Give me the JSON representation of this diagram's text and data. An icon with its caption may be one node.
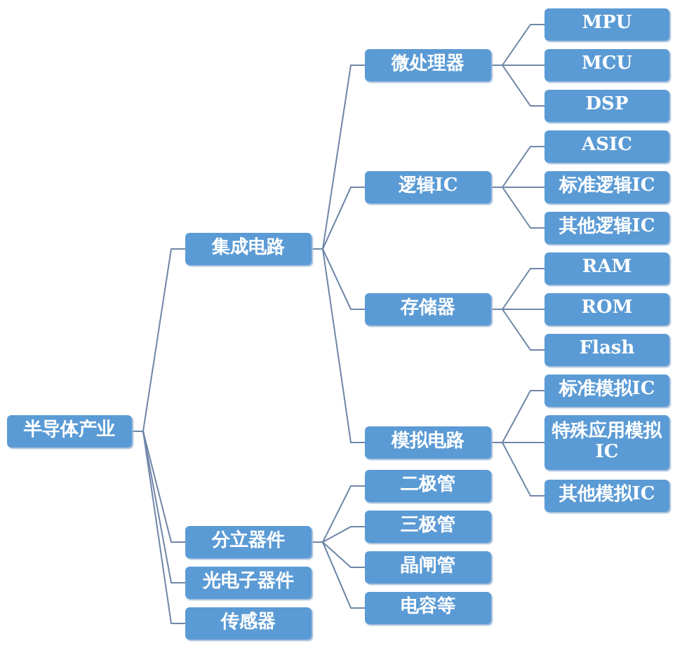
{
  "diagram": {
    "nodes": [
      {
        "text": [
          "半导体产业"
        ]
      },
      {
        "text": [
          "集成电路"
        ]
      },
      {
        "text": [
          "微处理器"
        ]
      },
      {
        "text": [
          "MPU"
        ]
      },
      {
        "text": [
          "MCU"
        ]
      },
      {
        "text": [
          "DSP"
        ]
      },
      {
        "text": [
          "逻辑IC"
        ]
      },
      {
        "text": [
          "ASIC"
        ]
      },
      {
        "text": [
          "标准逻辑IC"
        ]
      },
      {
        "text": [
          "其他逻辑IC"
        ]
      },
      {
        "text": [
          "存储器"
        ]
      },
      {
        "text": [
          "RAM"
        ]
      },
      {
        "text": [
          "ROM"
        ]
      },
      {
        "text": [
          "Flash"
        ]
      },
      {
        "text": [
          "模拟电路"
        ]
      },
      {
        "text": [
          "标准模拟IC"
        ]
      },
      {
        "text": [
          "特殊应用模拟IC"
        ]
      },
      {
        "text": [
          "其他模拟IC"
        ]
      },
      {
        "text": [
          "分立器件"
        ]
      },
      {
        "text": [
          "二极管"
        ]
      },
      {
        "text": [
          "三极管"
        ]
      },
      {
        "text": [
          "晶闸管"
        ]
      },
      {
        "text": [
          "电容等"
        ]
      },
      {
        "text": [
          "光电子器件"
        ]
      },
      {
        "text": [
          "传感器"
        ]
      }
    ],
    "edges": [
      {
        "from": 0,
        "to": 1,
        "arrow": "none"
      },
      {
        "from": 0,
        "to": 18,
        "arrow": "none"
      },
      {
        "from": 0,
        "to": 23,
        "arrow": "none"
      },
      {
        "from": 0,
        "to": 24,
        "arrow": "none"
      },
      {
        "from": 1,
        "to": 2,
        "arrow": "none"
      },
      {
        "from": 1,
        "to": 6,
        "arrow": "none"
      },
      {
        "from": 1,
        "to": 10,
        "arrow": "none"
      },
      {
        "from": 1,
        "to": 14,
        "arrow": "none"
      },
      {
        "from": 2,
        "to": 3,
        "arrow": "none"
      },
      {
        "from": 2,
        "to": 4,
        "arrow": "none"
      },
      {
        "from": 2,
        "to": 5,
        "arrow": "none"
      },
      {
        "from": 6,
        "to": 7,
        "arrow": "none"
      },
      {
        "from": 6,
        "to": 8,
        "arrow": "none"
      },
      {
        "from": 6,
        "to": 9,
        "arrow": "none"
      },
      {
        "from": 10,
        "to": 11,
        "arrow": "none"
      },
      {
        "from": 10,
        "to": 12,
        "arrow": "none"
      },
      {
        "from": 10,
        "to": 13,
        "arrow": "none"
      },
      {
        "from": 14,
        "to": 15,
        "arrow": "none"
      },
      {
        "from": 14,
        "to": 16,
        "arrow": "none"
      },
      {
        "from": 14,
        "to": 17,
        "arrow": "none"
      },
      {
        "from": 18,
        "to": 19,
        "arrow": "none"
      },
      {
        "from": 18,
        "to": 20,
        "arrow": "none"
      },
      {
        "from": 18,
        "to": 21,
        "arrow": "none"
      },
      {
        "from": 18,
        "to": 22,
        "arrow": "none"
      }
    ]
  }
}
